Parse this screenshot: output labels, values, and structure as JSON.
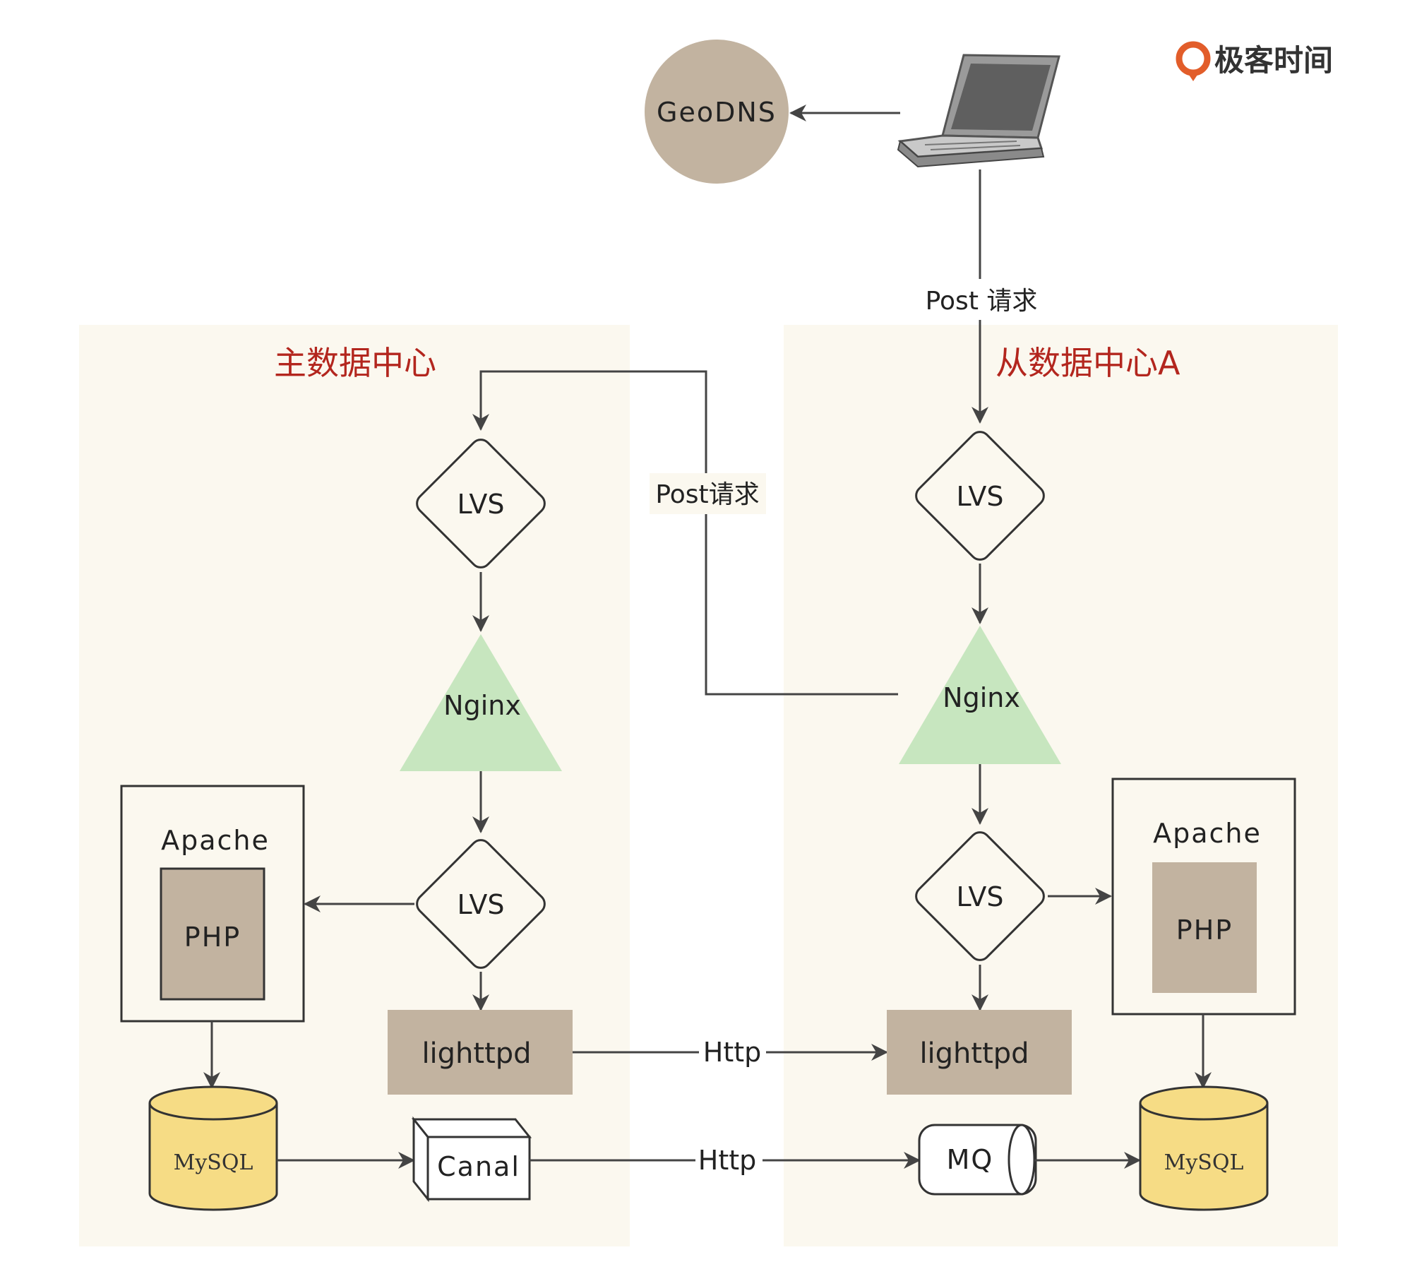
{
  "brand": {
    "name": "极客时间",
    "accent": "#e25d2a"
  },
  "colors": {
    "panel": "#fbf8ef",
    "tan": "#c2b3a0",
    "tan_dark": "#b6a694",
    "nginx_green": "#c7e6bf",
    "mysql_yellow": "#f6dc85",
    "title_red": "#b3261e",
    "line": "#444444"
  },
  "client": {
    "dns": "GeoDNS",
    "device_icon": "laptop-icon"
  },
  "edges": {
    "client_to_slave": "Post 请求",
    "slave_to_master": "Post请求",
    "lighttpd_link": "Http",
    "canal_to_mq": "Http"
  },
  "master_dc": {
    "title": "主数据中心",
    "lvs_top": "LVS",
    "nginx": "Nginx",
    "lvs_bottom": "LVS",
    "apache": "Apache",
    "php": "PHP",
    "lighttpd": "lighttpd",
    "mysql": "MySQL",
    "canal": "Canal"
  },
  "slave_dc": {
    "title": "从数据中心A",
    "lvs_top": "LVS",
    "nginx": "Nginx",
    "lvs_bottom": "LVS",
    "apache": "Apache",
    "php": "PHP",
    "lighttpd": "lighttpd",
    "mq": "MQ",
    "mysql": "MySQL"
  }
}
